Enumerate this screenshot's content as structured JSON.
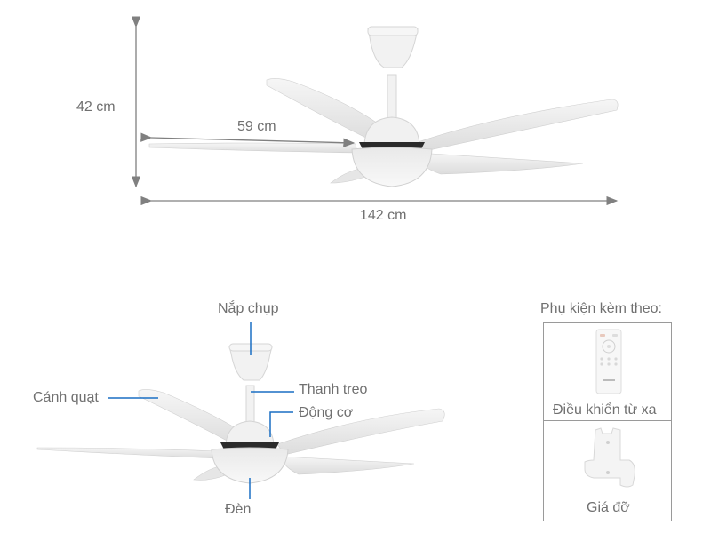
{
  "dimensions": {
    "height": "42 cm",
    "blade_length": "59 cm",
    "total_width": "142 cm"
  },
  "parts": {
    "canopy": "Nắp chụp",
    "downrod": "Thanh treo",
    "motor": "Động cơ",
    "blade": "Cánh quạt",
    "light": "Đèn"
  },
  "accessories": {
    "title": "Phụ kiện kèm theo:",
    "items": [
      {
        "label": "Điều khiển từ xa",
        "icon": "remote-control-icon"
      },
      {
        "label": "Giá đỡ",
        "icon": "wall-holder-icon"
      }
    ]
  },
  "colors": {
    "dimension_line": "#808080",
    "callout_line": "#1a6fc4",
    "text": "#707070"
  }
}
